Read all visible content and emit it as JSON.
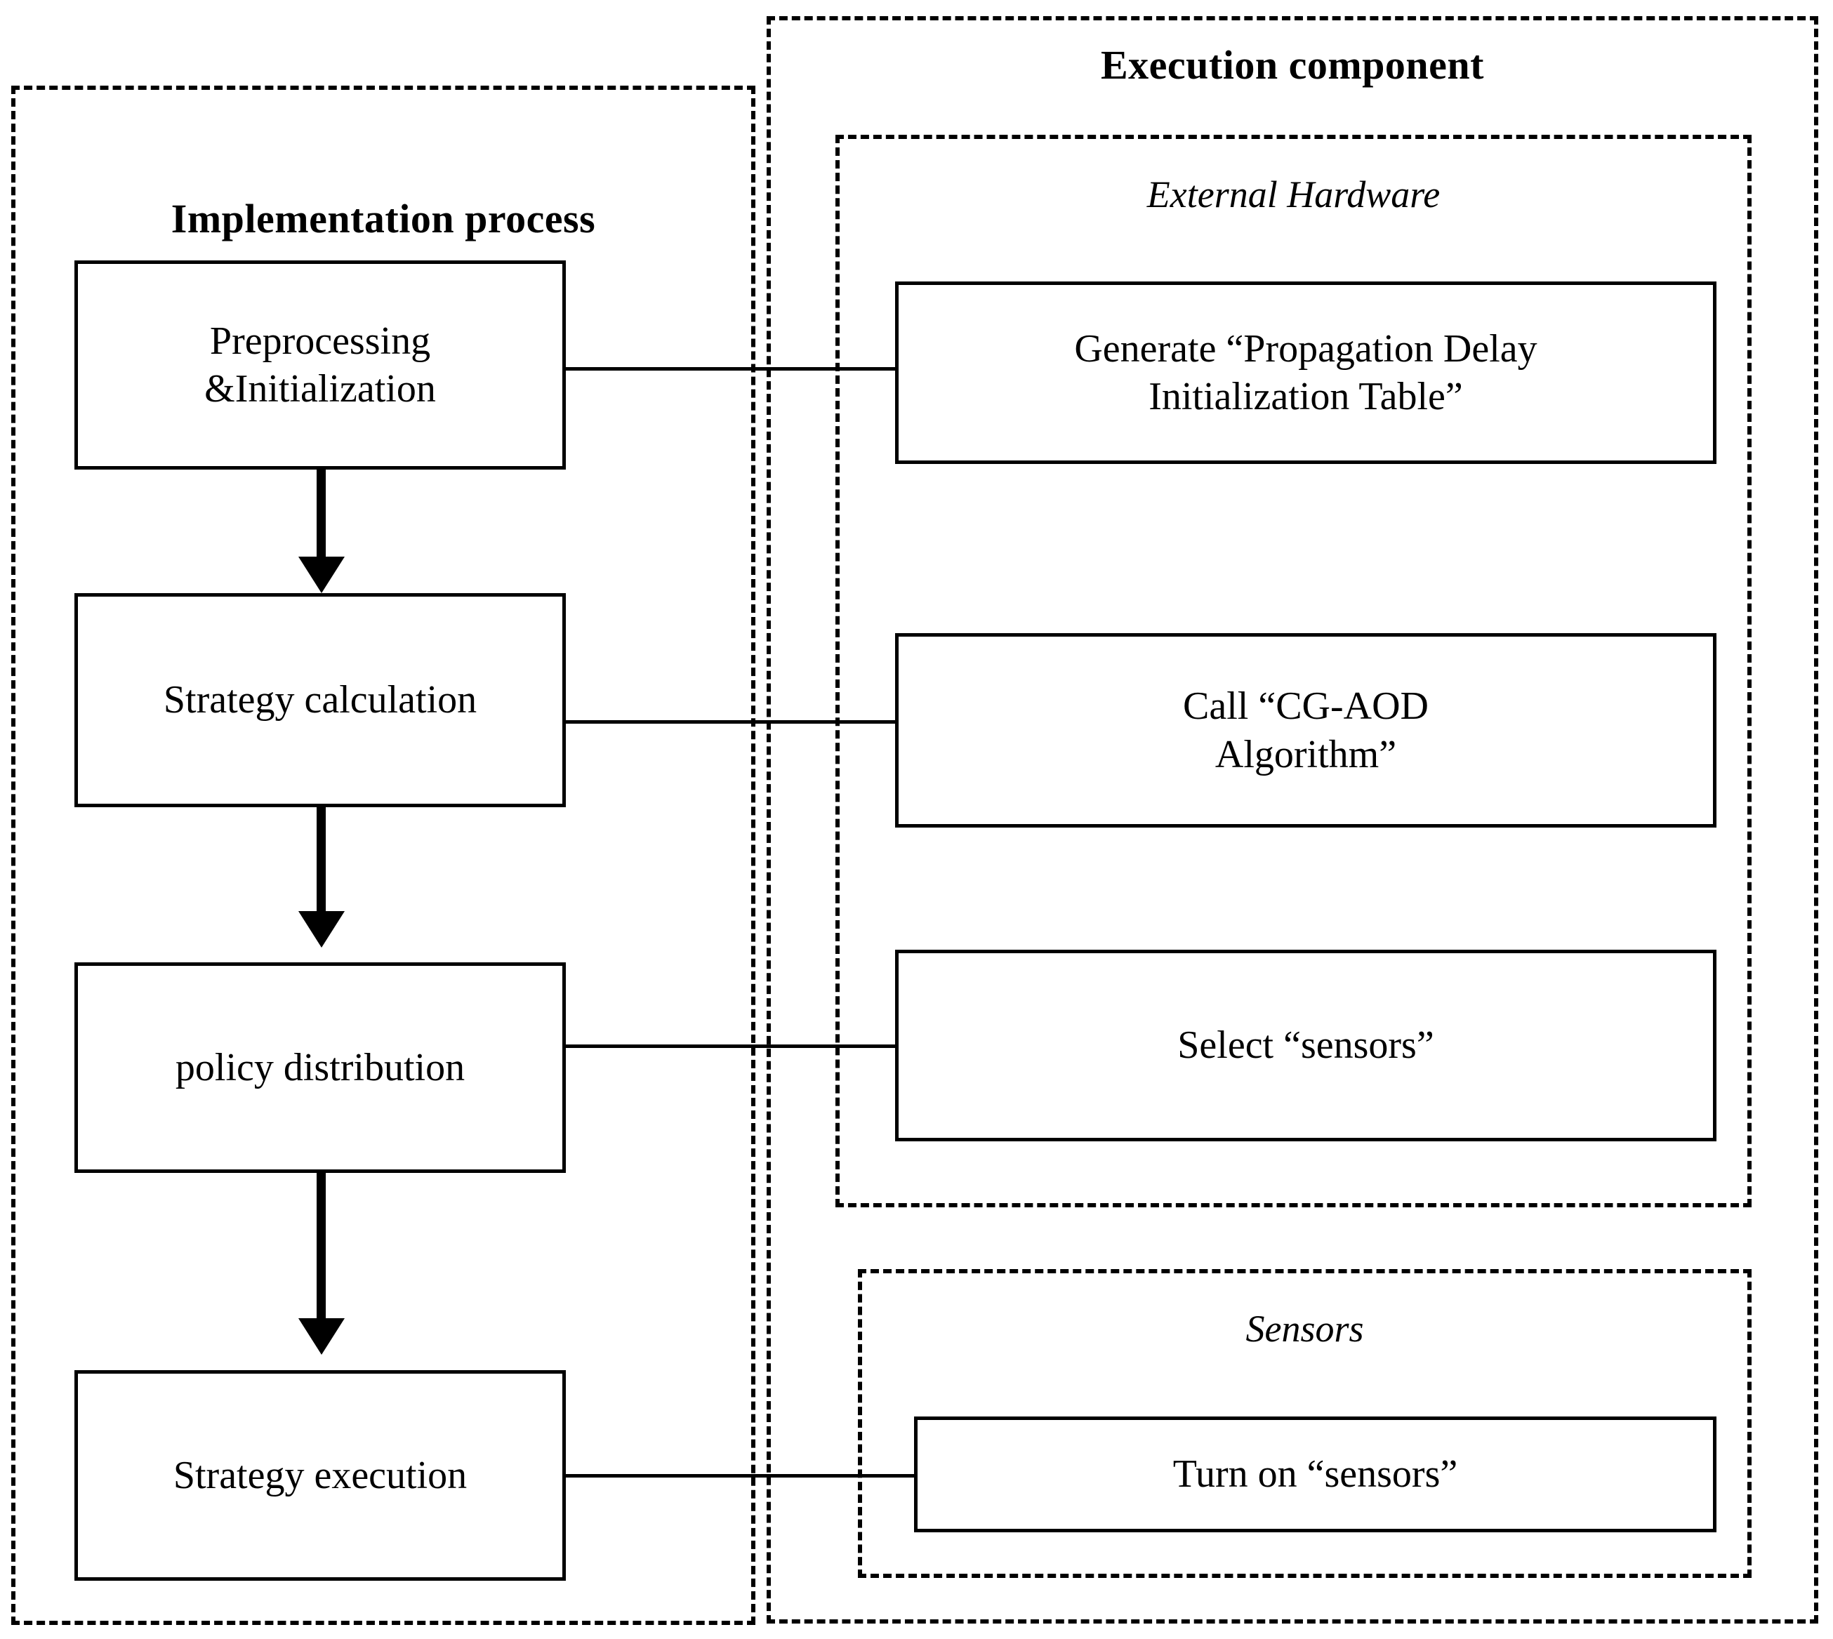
{
  "diagram": {
    "groups": [
      {
        "id": "implementation-process",
        "label": "Implementation process",
        "style": "bold"
      },
      {
        "id": "execution-component",
        "label": "Execution component",
        "style": "bold"
      },
      {
        "id": "external-hardware",
        "label": "External Hardware",
        "style": "italic"
      },
      {
        "id": "sensors",
        "label": "Sensors",
        "style": "italic"
      }
    ],
    "left_nodes": [
      {
        "id": "preprocessing-initialization",
        "line1": "Preprocessing",
        "line2": "&Initialization"
      },
      {
        "id": "strategy-calculation",
        "line1": "Strategy calculation",
        "line2": ""
      },
      {
        "id": "policy-distribution",
        "line1": "policy distribution",
        "line2": ""
      },
      {
        "id": "strategy-execution",
        "line1": "Strategy execution",
        "line2": ""
      }
    ],
    "right_nodes": [
      {
        "id": "generate-propagation-delay-table",
        "line1": "Generate “Propagation Delay",
        "line2": "Initialization Table”"
      },
      {
        "id": "call-cg-aod-algorithm",
        "line1": "Call “CG-AOD",
        "line2": "Algorithm”"
      },
      {
        "id": "select-sensors",
        "line1": "Select “sensors”",
        "line2": ""
      },
      {
        "id": "turn-on-sensors",
        "line1": "Turn on “sensors”",
        "line2": ""
      }
    ],
    "colors": {
      "stroke": "#000000",
      "background": "#ffffff"
    }
  }
}
